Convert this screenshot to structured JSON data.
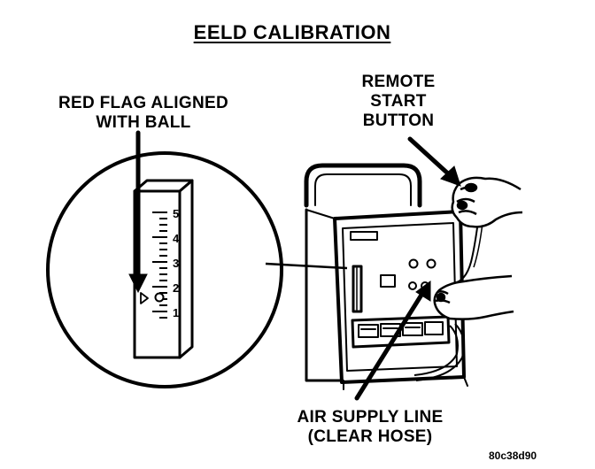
{
  "title": "EELD CALIBRATION",
  "labels": {
    "red_flag": [
      "RED FLAG ALIGNED",
      "WITH BALL"
    ],
    "remote": [
      "REMOTE",
      "START",
      "BUTTON"
    ],
    "air_supply": [
      "AIR SUPPLY LINE",
      "(CLEAR HOSE)"
    ]
  },
  "scale_numbers": [
    "5",
    "4",
    "3",
    "2",
    "1"
  ],
  "figure_id": "80c38d90"
}
